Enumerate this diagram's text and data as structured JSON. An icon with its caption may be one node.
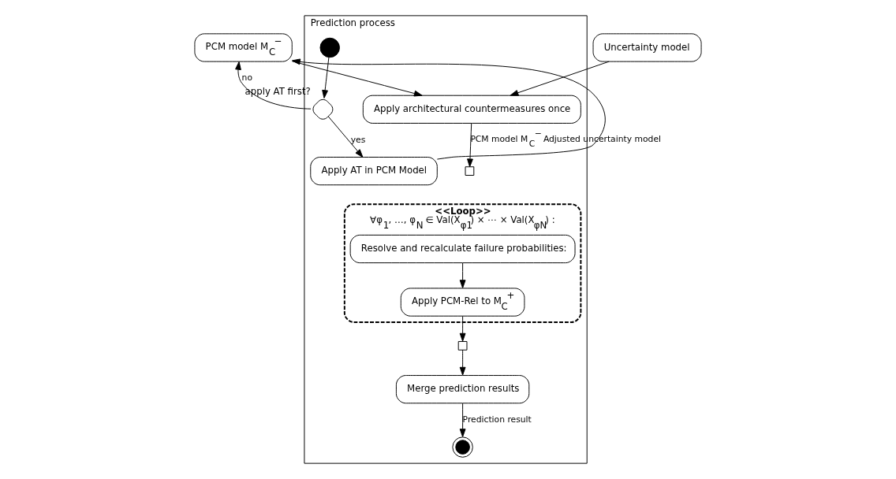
{
  "diagram": {
    "nodes": [
      {
        "text": [
          "Prediction process"
        ]
      },
      {
        "text": [
          "PCM model M$_{C}$$^{−}$"
        ]
      },
      {
        "text": [
          "Uncertainty model"
        ]
      },
      {
        "text": [
          "Apply architectural countermeasures once"
        ],
        "in": 0
      },
      {
        "text": [
          "<<Loop>>",
          "∀φ$_{1}$, …, φ$_{N}$ ∈ Val(X$_{φ1}$) × ⋯ × Val(X$_{φN}$) :"
        ],
        "in": 0
      },
      {
        "text": [
          "Resolve and recalculate failure probabilities:"
        ],
        "in": 4
      },
      {
        "text": [
          "Apply PCM-Rel to M$_{C}$$^{+}$"
        ],
        "in": 4
      },
      {
        "text": [
          "Merge prediction results"
        ],
        "in": 0
      },
      {
        "text": [],
        "shape": "circle",
        "in": 0
      },
      {
        "text": [],
        "shape": "diamond",
        "in": 0,
        "beside": [
          "apply AT first?"
        ]
      },
      {
        "text": [
          "Apply AT in PCM Model"
        ],
        "in": 0
      },
      {
        "text": [],
        "shape": "circle",
        "in": 0
      },
      {
        "text": [],
        "shape": "box",
        "in": 0
      },
      {
        "text": [],
        "shape": "box",
        "in": 0
      }
    ],
    "edges": [
      {
        "from": 8,
        "to": 9,
        "arrow": "to"
      },
      {
        "from": 9,
        "to": 10,
        "arrow": "to",
        "label": "yes"
      },
      {
        "from": 9,
        "to": 1,
        "arrow": "to",
        "label": "no"
      },
      {
        "from": 10,
        "to": 1,
        "arrow": "to"
      },
      {
        "from": 1,
        "to": 3,
        "arrow": "to"
      },
      {
        "from": 2,
        "to": 3,
        "arrow": "to"
      },
      {
        "from": 3,
        "to": 12,
        "arrow": "to",
        "label": "PCM model M$_{C}$$^{−}$ Adjusted uncertainty model"
      },
      {
        "from": 5,
        "to": 6,
        "arrow": "to"
      },
      {
        "from": 6,
        "to": 13,
        "arrow": "to"
      },
      {
        "from": 13,
        "to": 7,
        "arrow": "to"
      },
      {
        "from": 7,
        "to": 11,
        "arrow": "to",
        "label": "Prediction result"
      }
    ]
  }
}
